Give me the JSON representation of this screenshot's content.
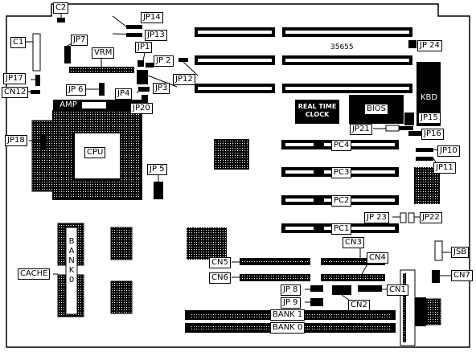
{
  "labels": {
    "c2": "C2",
    "c1": "C1",
    "jp14": "JP14",
    "jp13": "JP13",
    "jp7": "JP7",
    "vrm": "VRM",
    "jp1": "JP1",
    "jp2": "JP 2",
    "jp3": "JP3",
    "jp12": "JP12",
    "jp17": "JP17",
    "cn12": "CN12",
    "jp6": "JP 6",
    "jp4": "JP4",
    "jp20": "JP20",
    "amp": "AMP",
    "jp24": "JP 24",
    "code": "35655",
    "kbd": "KBD",
    "rtc": "REAL TIME CLOCK",
    "bios": "BIOS",
    "jp15": "JP15",
    "jp21": "JP21",
    "jp16": "JP16",
    "jp18": "JP18",
    "cpu": "CPU",
    "pc4": "PC4",
    "jp10": "JP10",
    "jp11": "JP11",
    "jp5": "JP 5",
    "pc3": "PC3",
    "pc2": "PC2",
    "jp23": "JP 23",
    "jp22": "JP22",
    "pc1": "PC1",
    "cn3": "CN3",
    "jsb": "JSB",
    "cn5": "CN5",
    "cn4": "CN4",
    "cache": "CACHE",
    "bank0_vert": "BANK 0",
    "cn6": "CN6",
    "cn7": "CN7",
    "jp8": "JP 8",
    "cn1": "CN1",
    "jp9": "JP 9",
    "cn2": "CN2",
    "bank1": "BANK 1",
    "bank0": "BANK 0"
  }
}
